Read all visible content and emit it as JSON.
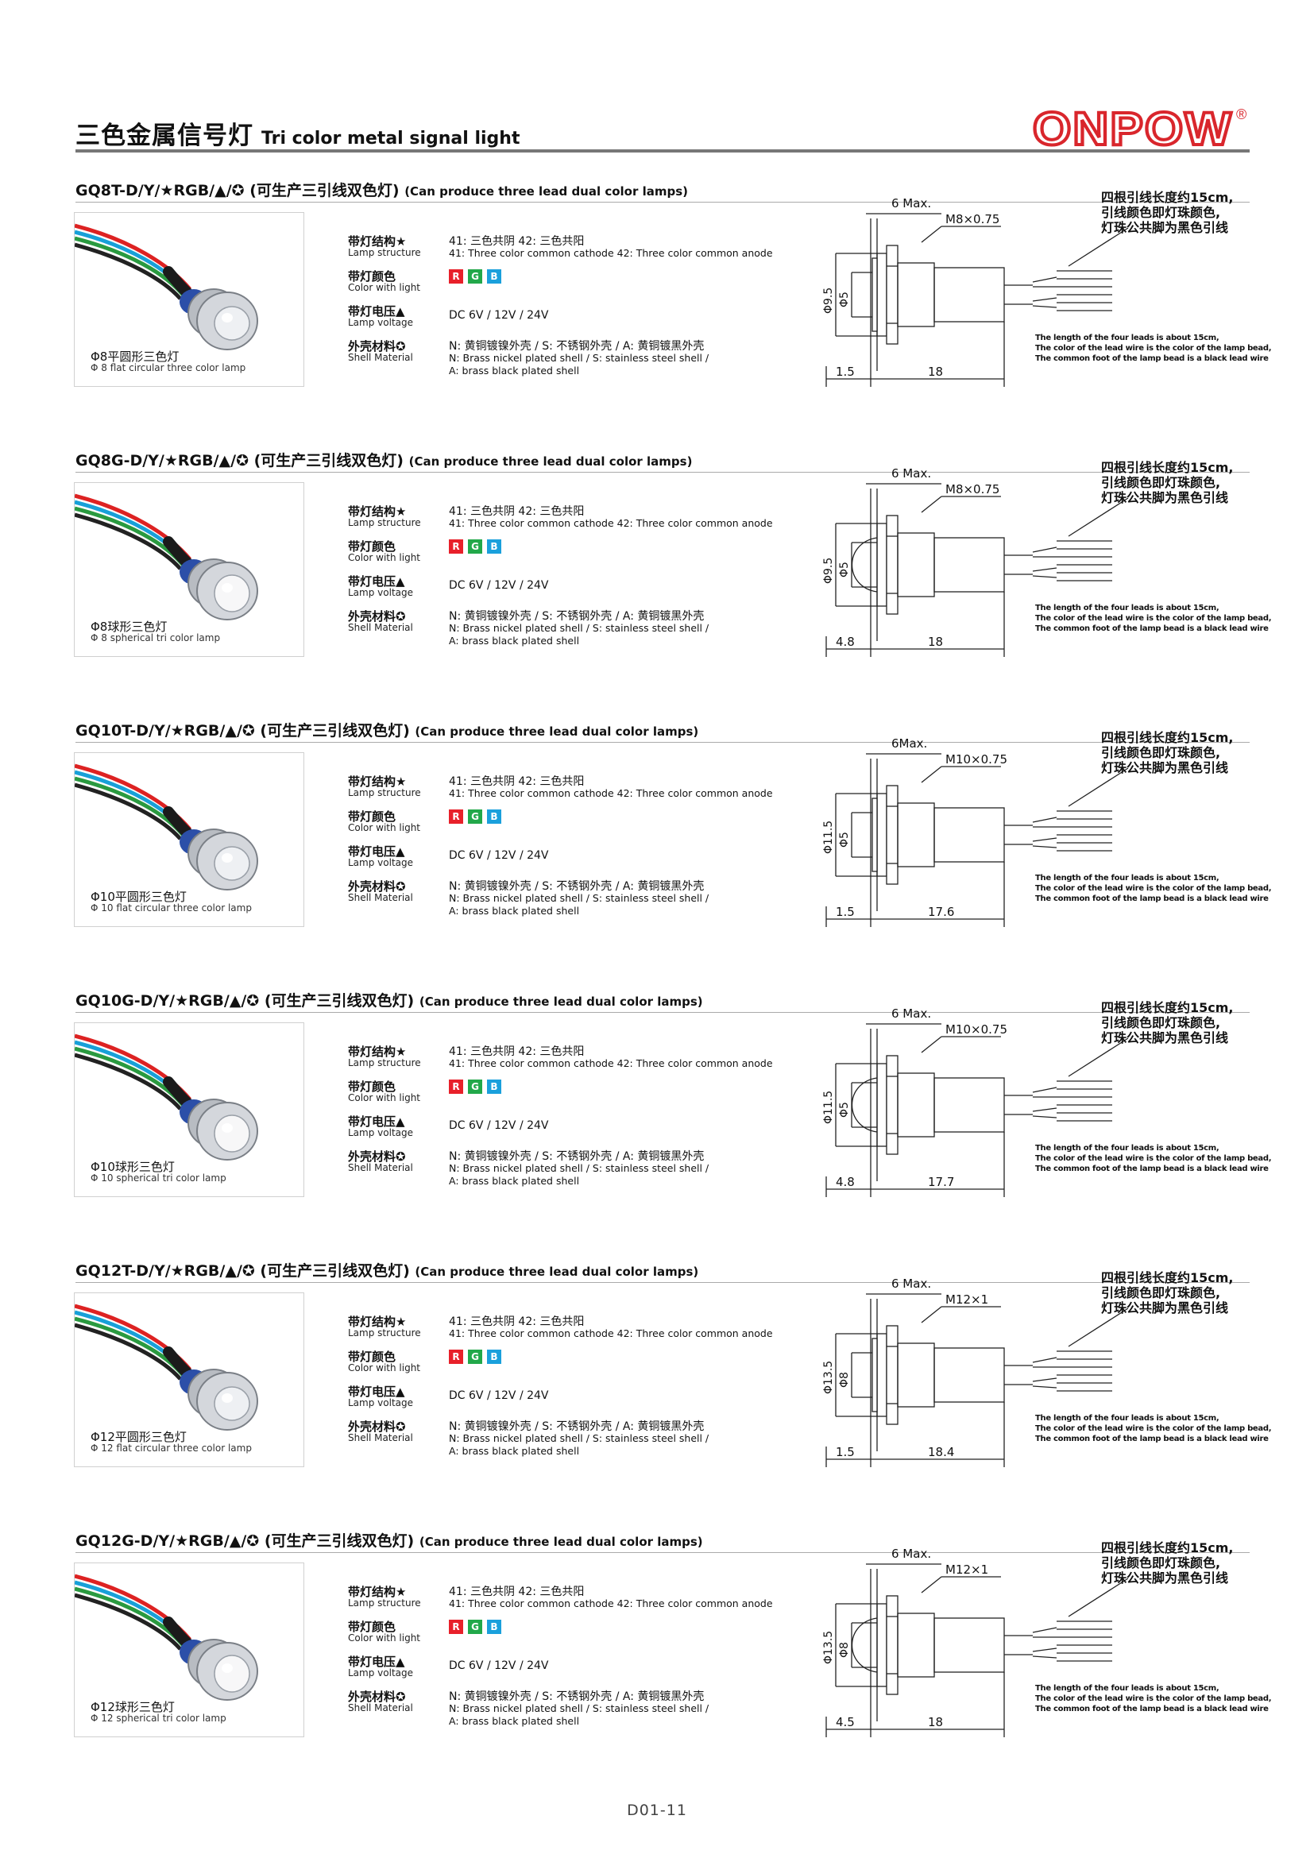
{
  "header": {
    "title_cn": "三色金属信号灯",
    "title_en": "Tri color metal signal light",
    "logo_text": "ONPOW",
    "logo_mark": "®"
  },
  "labels": {
    "structure_cn": "带灯结构★",
    "structure_en": "Lamp structure",
    "color_cn": "带灯颜色",
    "color_en": "Color with light",
    "voltage_cn": "带灯电压▲",
    "voltage_en": "Lamp voltage",
    "shell_cn": "外壳材料✪",
    "shell_en": "Shell Material"
  },
  "specs": {
    "structure_cn": "41: 三色共阴    42: 三色共阳",
    "structure_en": "41: Three color common cathode  42: Three color common anode",
    "colors": [
      "R",
      "G",
      "B"
    ],
    "voltage": "DC 6V / 12V / 24V",
    "shell_cn": "N: 黄铜镀镍外壳 / S: 不锈钢外壳 / A: 黄铜镀黑外壳",
    "shell_en_1": "N:  Brass nickel plated shell / S: stainless steel shell /",
    "shell_en_2": "A: brass black plated shell"
  },
  "lead_note": {
    "cn_1": "四根引线长度约15cm,",
    "cn_2": "引线颜色即灯珠颜色,",
    "cn_3": "灯珠公共脚为黑色引线",
    "en_1": "The length of the four leads is about 15cm,",
    "en_2": "The color of the lead wire is the color of the lamp bead,",
    "en_3": "The common foot of the lamp bead is a black lead wire"
  },
  "colors": {
    "red": "#e8202a",
    "green": "#22a84a",
    "blue": "#1aa0dc",
    "logo": "#d9262c"
  },
  "sections": [
    {
      "title": "GQ8T-D/Y/★RGB/▲/✪ (可生产三引线双色灯)",
      "note": "(Can produce three lead dual color lamps)",
      "caption_cn": "Φ8平圆形三色灯",
      "caption_en": "Φ 8 flat circular three color lamp",
      "dim_max": "6 Max.",
      "dim_thread": "M8×0.75",
      "dim_outer": "Φ9.5",
      "dim_inner": "Φ5",
      "dim_front": "1.5",
      "dim_body": "18",
      "head": "flat"
    },
    {
      "title": "GQ8G-D/Y/★RGB/▲/✪ (可生产三引线双色灯)",
      "note": "(Can produce three lead dual color lamps)",
      "caption_cn": "Φ8球形三色灯",
      "caption_en": "Φ 8 spherical tri color lamp",
      "dim_max": "6 Max.",
      "dim_thread": "M8×0.75",
      "dim_outer": "Φ9.5",
      "dim_inner": "Φ5",
      "dim_front": "4.8",
      "dim_body": "18",
      "head": "dome"
    },
    {
      "title": "GQ10T-D/Y/★RGB/▲/✪ (可生产三引线双色灯)",
      "note": "(Can produce three lead dual color lamps)",
      "caption_cn": "Φ10平圆形三色灯",
      "caption_en": "Φ 10 flat circular three color lamp",
      "dim_max": "6Max.",
      "dim_thread": "M10×0.75",
      "dim_outer": "Φ11.5",
      "dim_inner": "Φ5",
      "dim_front": "1.5",
      "dim_body": "17.6",
      "head": "flat"
    },
    {
      "title": "GQ10G-D/Y/★RGB/▲/✪ (可生产三引线双色灯)",
      "note": "(Can produce three lead dual color lamps)",
      "caption_cn": "Φ10球形三色灯",
      "caption_en": "Φ 10 spherical tri color lamp",
      "dim_max": "6 Max.",
      "dim_thread": "M10×0.75",
      "dim_outer": "Φ11.5",
      "dim_inner": "Φ5",
      "dim_front": "4.8",
      "dim_body": "17.7",
      "head": "dome"
    },
    {
      "title": "GQ12T-D/Y/★RGB/▲/✪ (可生产三引线双色灯)",
      "note": "(Can produce three lead dual color lamps)",
      "caption_cn": "Φ12平圆形三色灯",
      "caption_en": "Φ 12 flat circular three color lamp",
      "dim_max": "6 Max.",
      "dim_thread": "M12×1",
      "dim_outer": "Φ13.5",
      "dim_inner": "Φ8",
      "dim_front": "1.5",
      "dim_body": "18.4",
      "head": "flat"
    },
    {
      "title": "GQ12G-D/Y/★RGB/▲/✪ (可生产三引线双色灯)",
      "note": "(Can produce three lead dual color lamps)",
      "caption_cn": "Φ12球形三色灯",
      "caption_en": "Φ 12 spherical tri color lamp",
      "dim_max": "6 Max.",
      "dim_thread": "M12×1",
      "dim_outer": "Φ13.5",
      "dim_inner": "Φ8",
      "dim_front": "4.5",
      "dim_body": "18",
      "head": "dome"
    }
  ],
  "footer": {
    "page": "D01-11"
  }
}
